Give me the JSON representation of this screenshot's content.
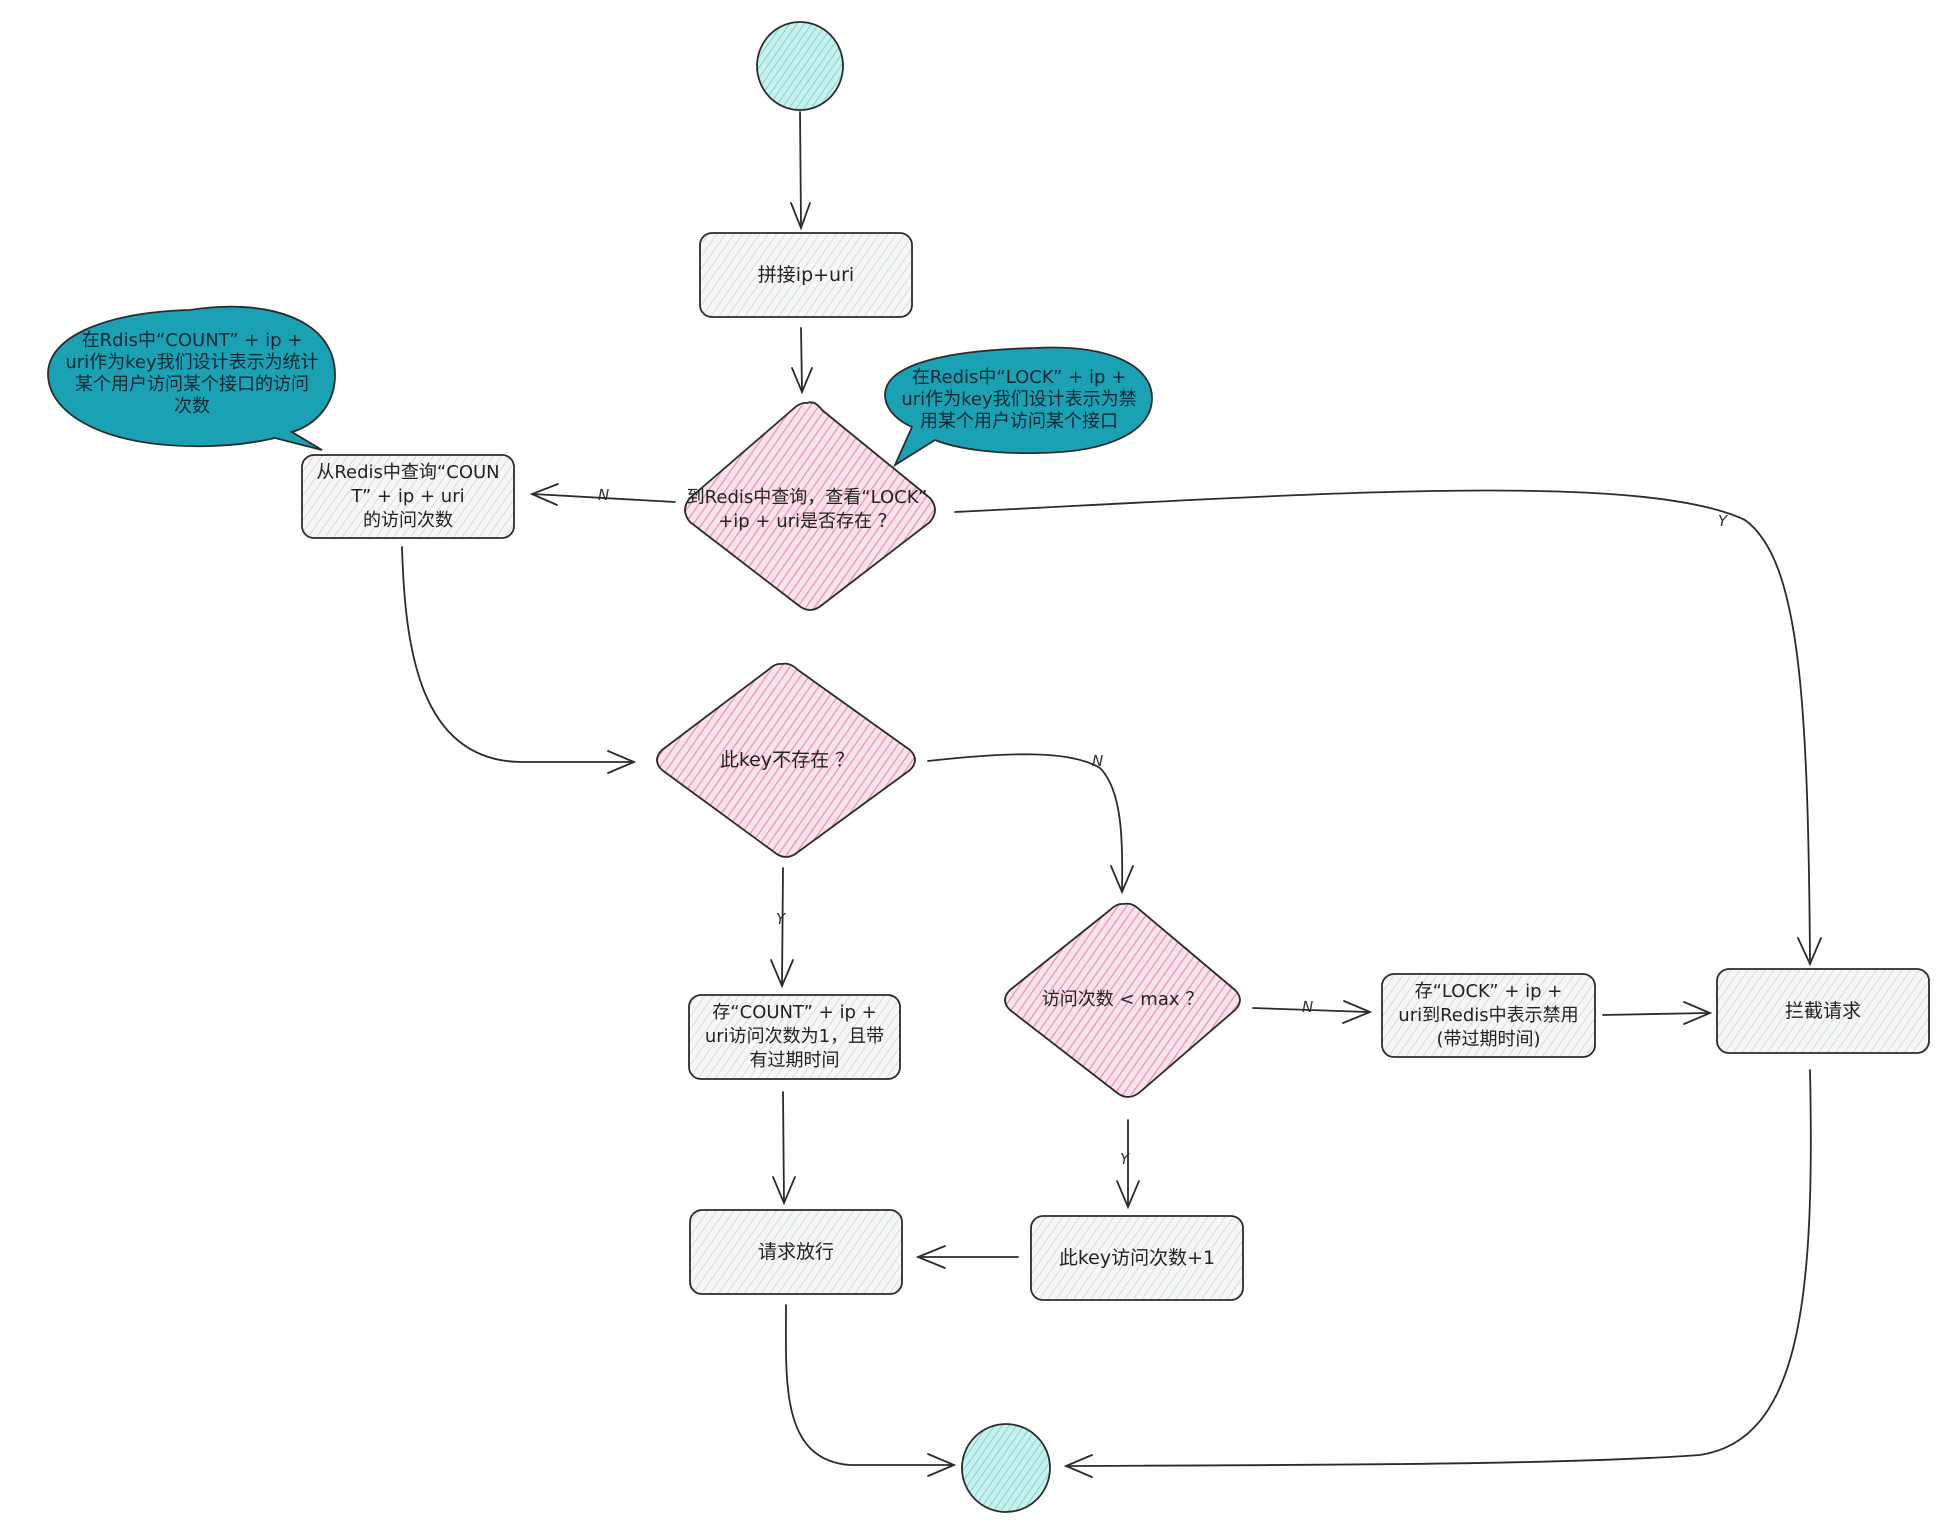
{
  "nodes": {
    "start": "",
    "concat": "拼接ip+uri",
    "check_lock": "到Redis中查询，查看“LOCK”\n+ip + uri是否存在 ？",
    "query_count": "从Redis中查询“COUN\nT” + ip + uri\n的访问次数",
    "key_not_exist": "此key不存在 ？",
    "store_count": "存“COUNT” + ip +\nuri访问次数为1，且带\n有过期时间",
    "count_lt_max": "访问次数 < max ？",
    "store_lock": "存“LOCK” + ip +\nuri到Redis中表示禁用\n(带过期时间)",
    "block": "拦截请求",
    "allow": "请求放行",
    "incr": "此key访问次数+1",
    "end": ""
  },
  "notes": {
    "count_note": "在Rdis中“COUNT” + ip +\nuri作为key我们设计表示为统计\n某个用户访问某个接口的访问\n次数",
    "lock_note": "在Redis中“LOCK” + ip +\nuri作为key我们设计表示为禁\n用某个用户访问某个接口"
  },
  "edge_labels": {
    "lock_no": "N",
    "lock_yes": "Y",
    "key_no": "N",
    "key_yes": "Y",
    "max_no": "N",
    "max_yes": "Y"
  },
  "colors": {
    "terminal": "#a5e3e0",
    "process": "#eceeee",
    "decision": "#f5b3c8",
    "note": "#1aa1b4",
    "stroke": "#2b2b2b"
  }
}
